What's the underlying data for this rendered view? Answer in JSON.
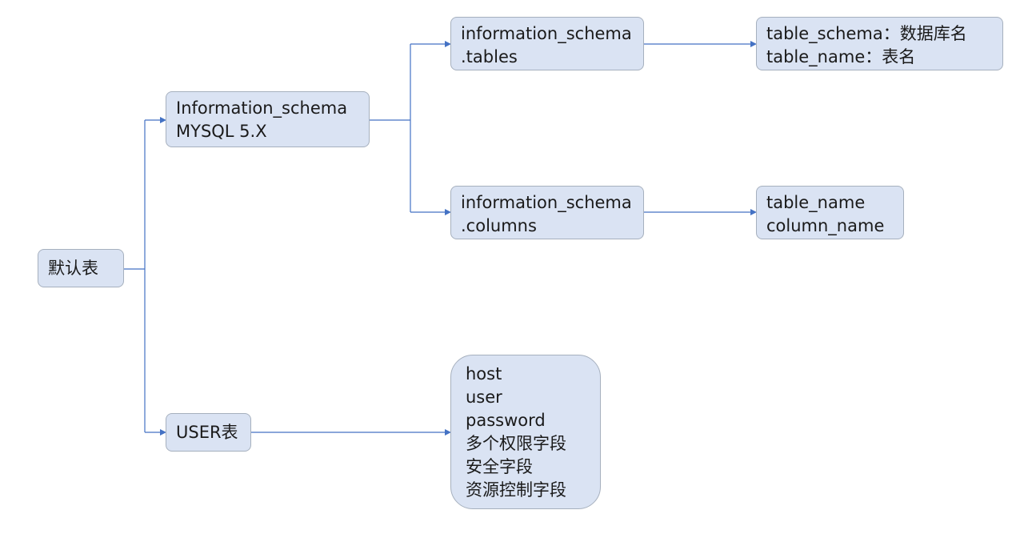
{
  "diagram": {
    "root": "默认表",
    "information_schema_node": {
      "line1": "Information_schema",
      "line2": "MYSQL 5.X"
    },
    "tables_node": {
      "line1": "information_schema",
      "line2": ".tables"
    },
    "tables_fields": {
      "line1": "table_schema：数据库名",
      "line2": "table_name：表名"
    },
    "columns_node": {
      "line1": "information_schema",
      "line2": ".columns"
    },
    "columns_fields": {
      "line1": "table_name",
      "line2": "column_name"
    },
    "user_node": "USER表",
    "user_fields": [
      "host",
      "user",
      "password",
      "多个权限字段",
      "安全字段",
      "资源控制字段"
    ]
  },
  "colors": {
    "node_fill": "#dae3f3",
    "node_border": "#a6b0be",
    "connector": "#4472c4"
  }
}
